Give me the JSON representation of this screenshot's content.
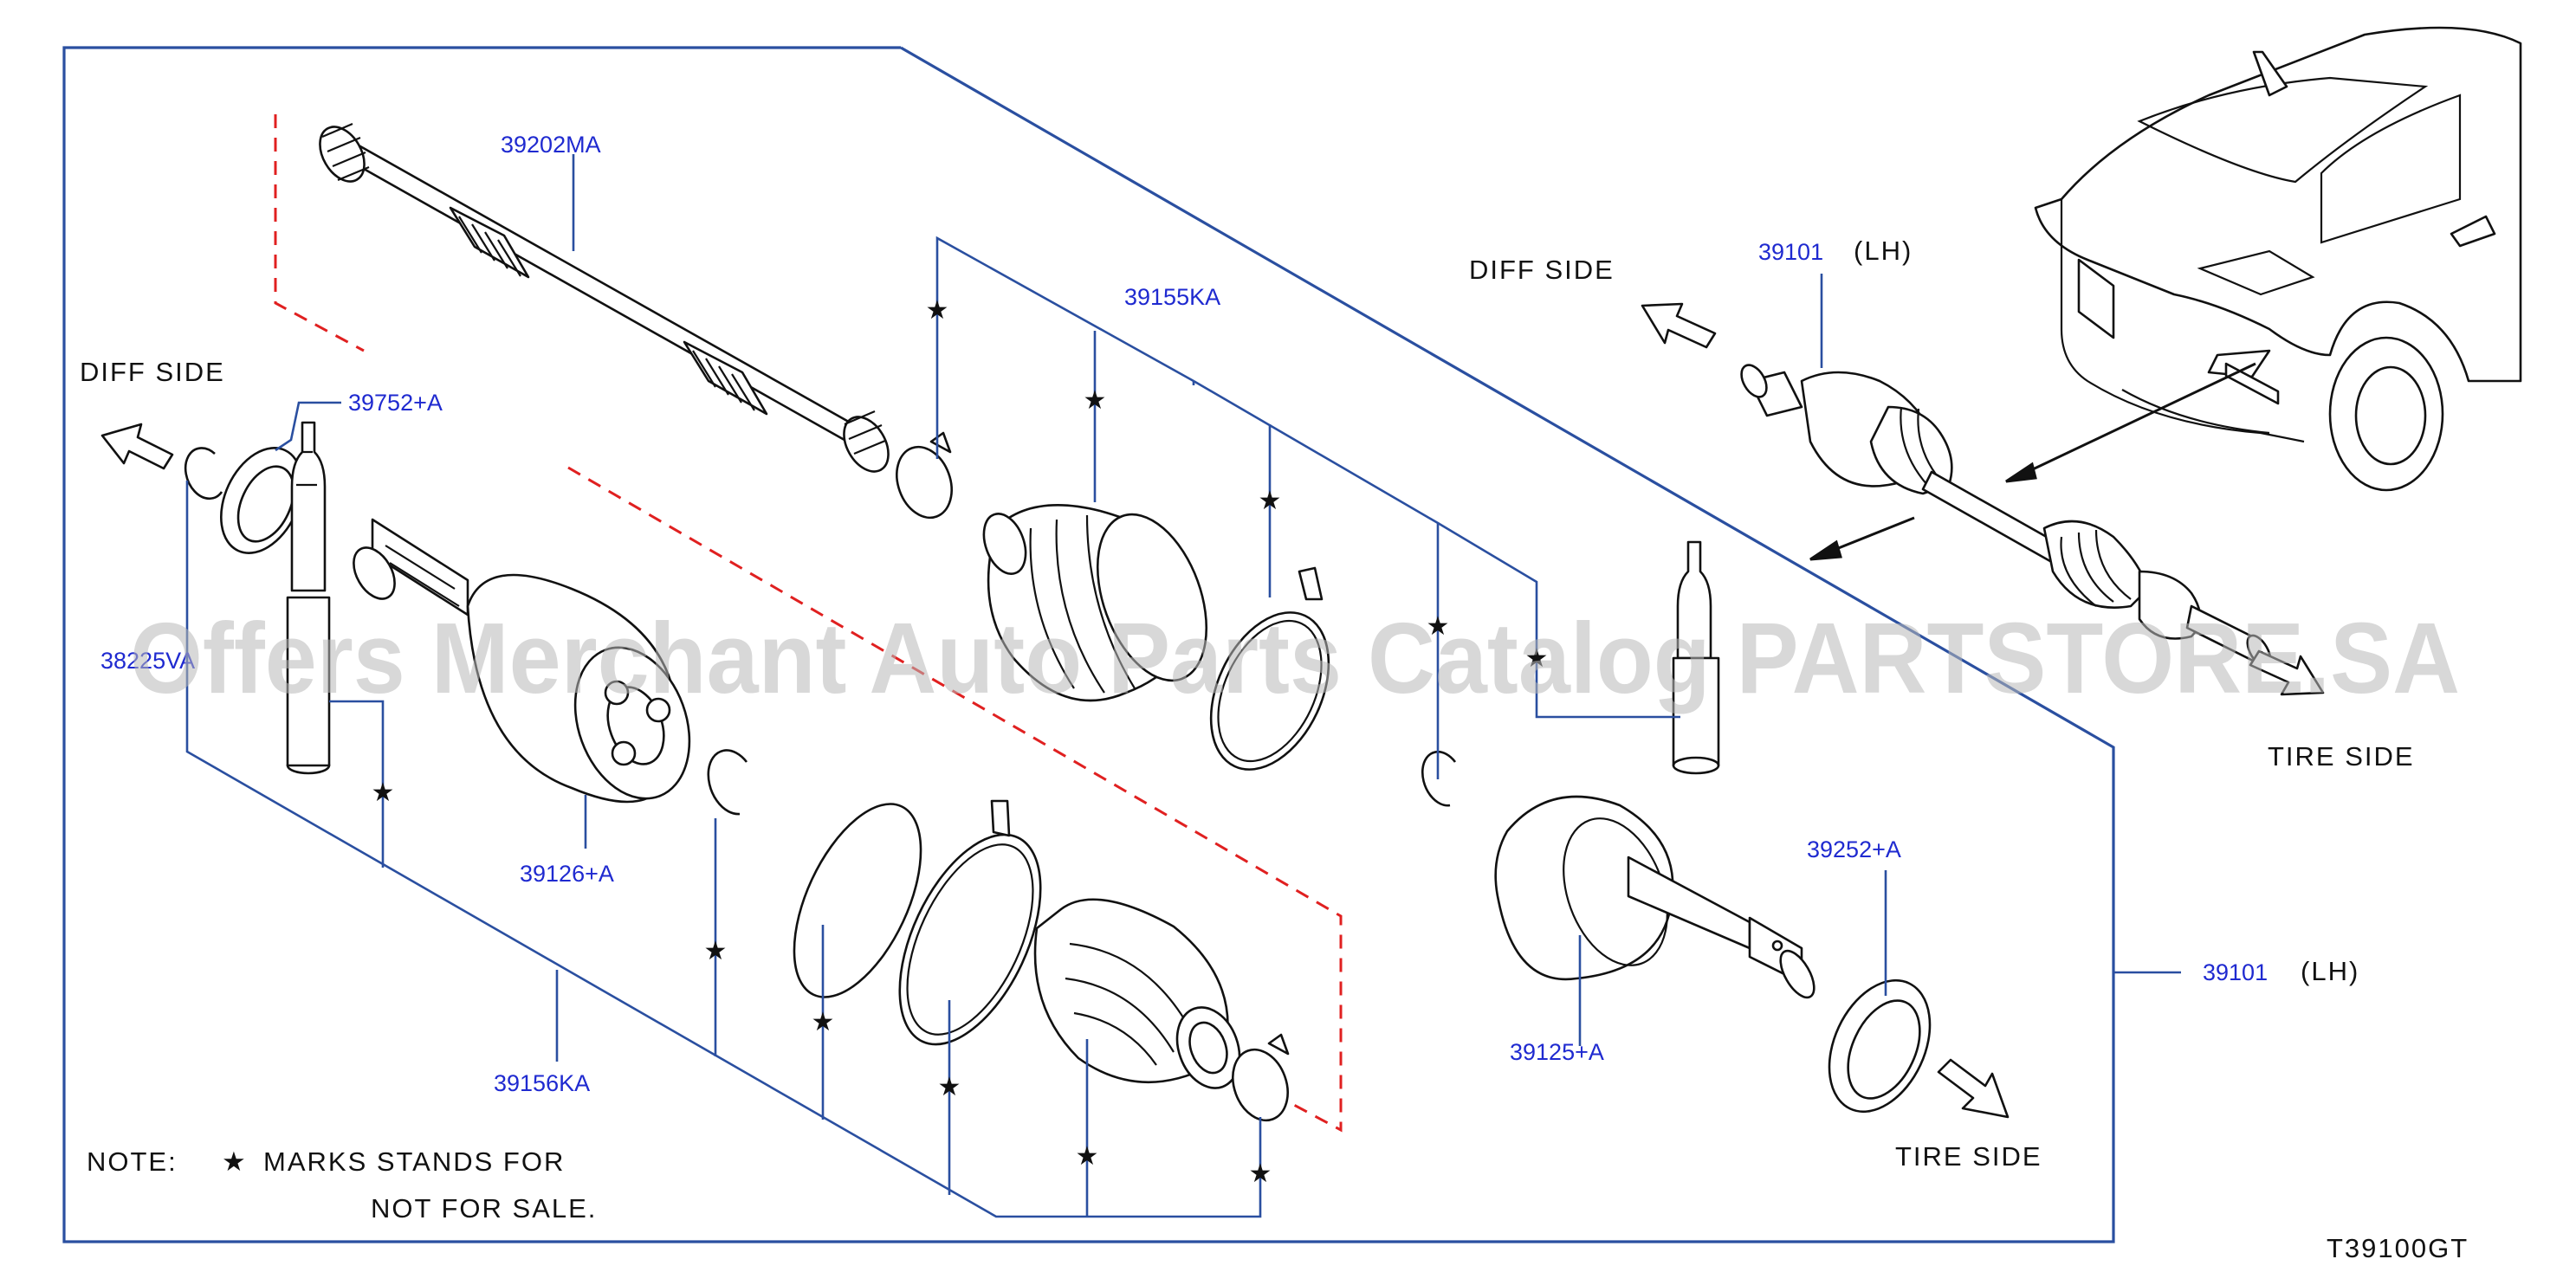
{
  "watermark": "Offers Merchant Auto Parts Catalog PARTSTORE.SA",
  "diagram_code": "T39100GT",
  "side_labels": {
    "diff_left": "DIFF  SIDE",
    "diff_upper": "DIFF  SIDE",
    "tire_upper": "TIRE  SIDE",
    "tire_lower": "TIRE  SIDE"
  },
  "note": {
    "prefix": "NOTE:",
    "star": "★",
    "line1": "MARKS  STANDS  FOR",
    "line2": "NOT  FOR  SALE."
  },
  "part_labels": {
    "p39202MA": "39202MA",
    "p39155KA": "39155KA",
    "p39101_top": "39101",
    "p39101_top_side": "(LH)",
    "p39752A": "39752+A",
    "p38225": "38225VA",
    "p39126A": "39126+A",
    "p39156KA": "39156KA",
    "p39252A": "39252+A",
    "p39101_right": "39101",
    "p39101_right_side": "(LH)",
    "p39125A": "39125+A"
  },
  "star_mark": "★",
  "colors": {
    "frame_line": "#2a4fa0",
    "part_number": "#1f2ad0",
    "cut_line": "#e02020",
    "ink": "#111111"
  }
}
